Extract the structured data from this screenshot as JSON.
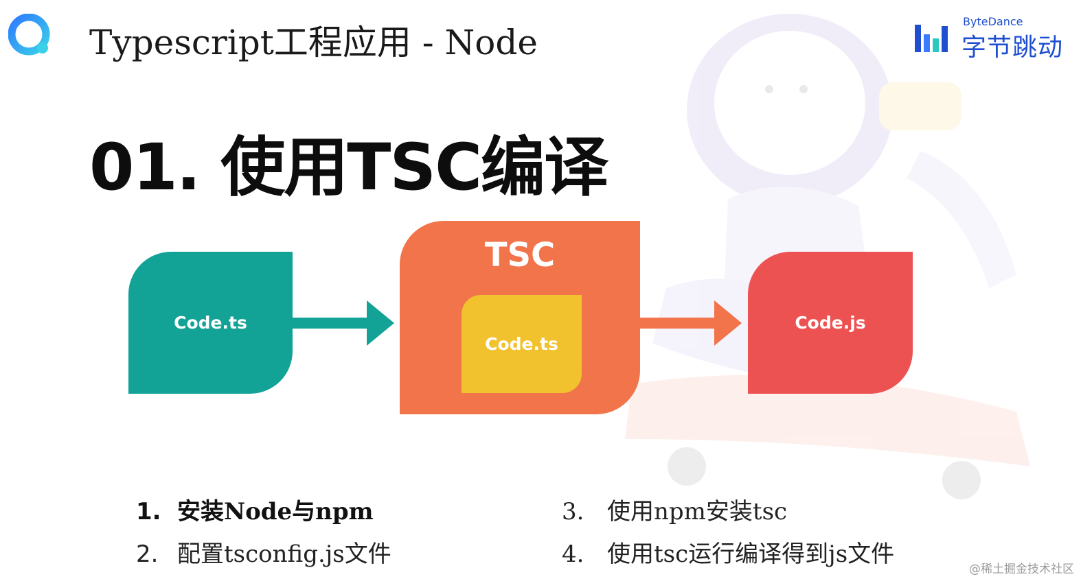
{
  "header": {
    "title": "Typescript工程应用 -  Node"
  },
  "brand": {
    "en": "ByteDance",
    "cn": "字节跳动",
    "color": "#1f4fd1"
  },
  "main_title": "01. 使用TSC编译",
  "diagram": {
    "source_label": "Code.ts",
    "compiler_label": "TSC",
    "inner_label": "Code.ts",
    "output_label": "Code.js",
    "colors": {
      "source": "#13a396",
      "compiler": "#f1744b",
      "inner": "#f2c12e",
      "output": "#ec5252"
    }
  },
  "steps": [
    {
      "num": "1.",
      "text": "安装Node与npm"
    },
    {
      "num": "2.",
      "text": "配置tsconfig.js文件"
    },
    {
      "num": "3.",
      "text": "使用npm安装tsc"
    },
    {
      "num": "4.",
      "text": "使用tsc运行编译得到js文件"
    }
  ],
  "credit": "@稀土掘金技术社区"
}
